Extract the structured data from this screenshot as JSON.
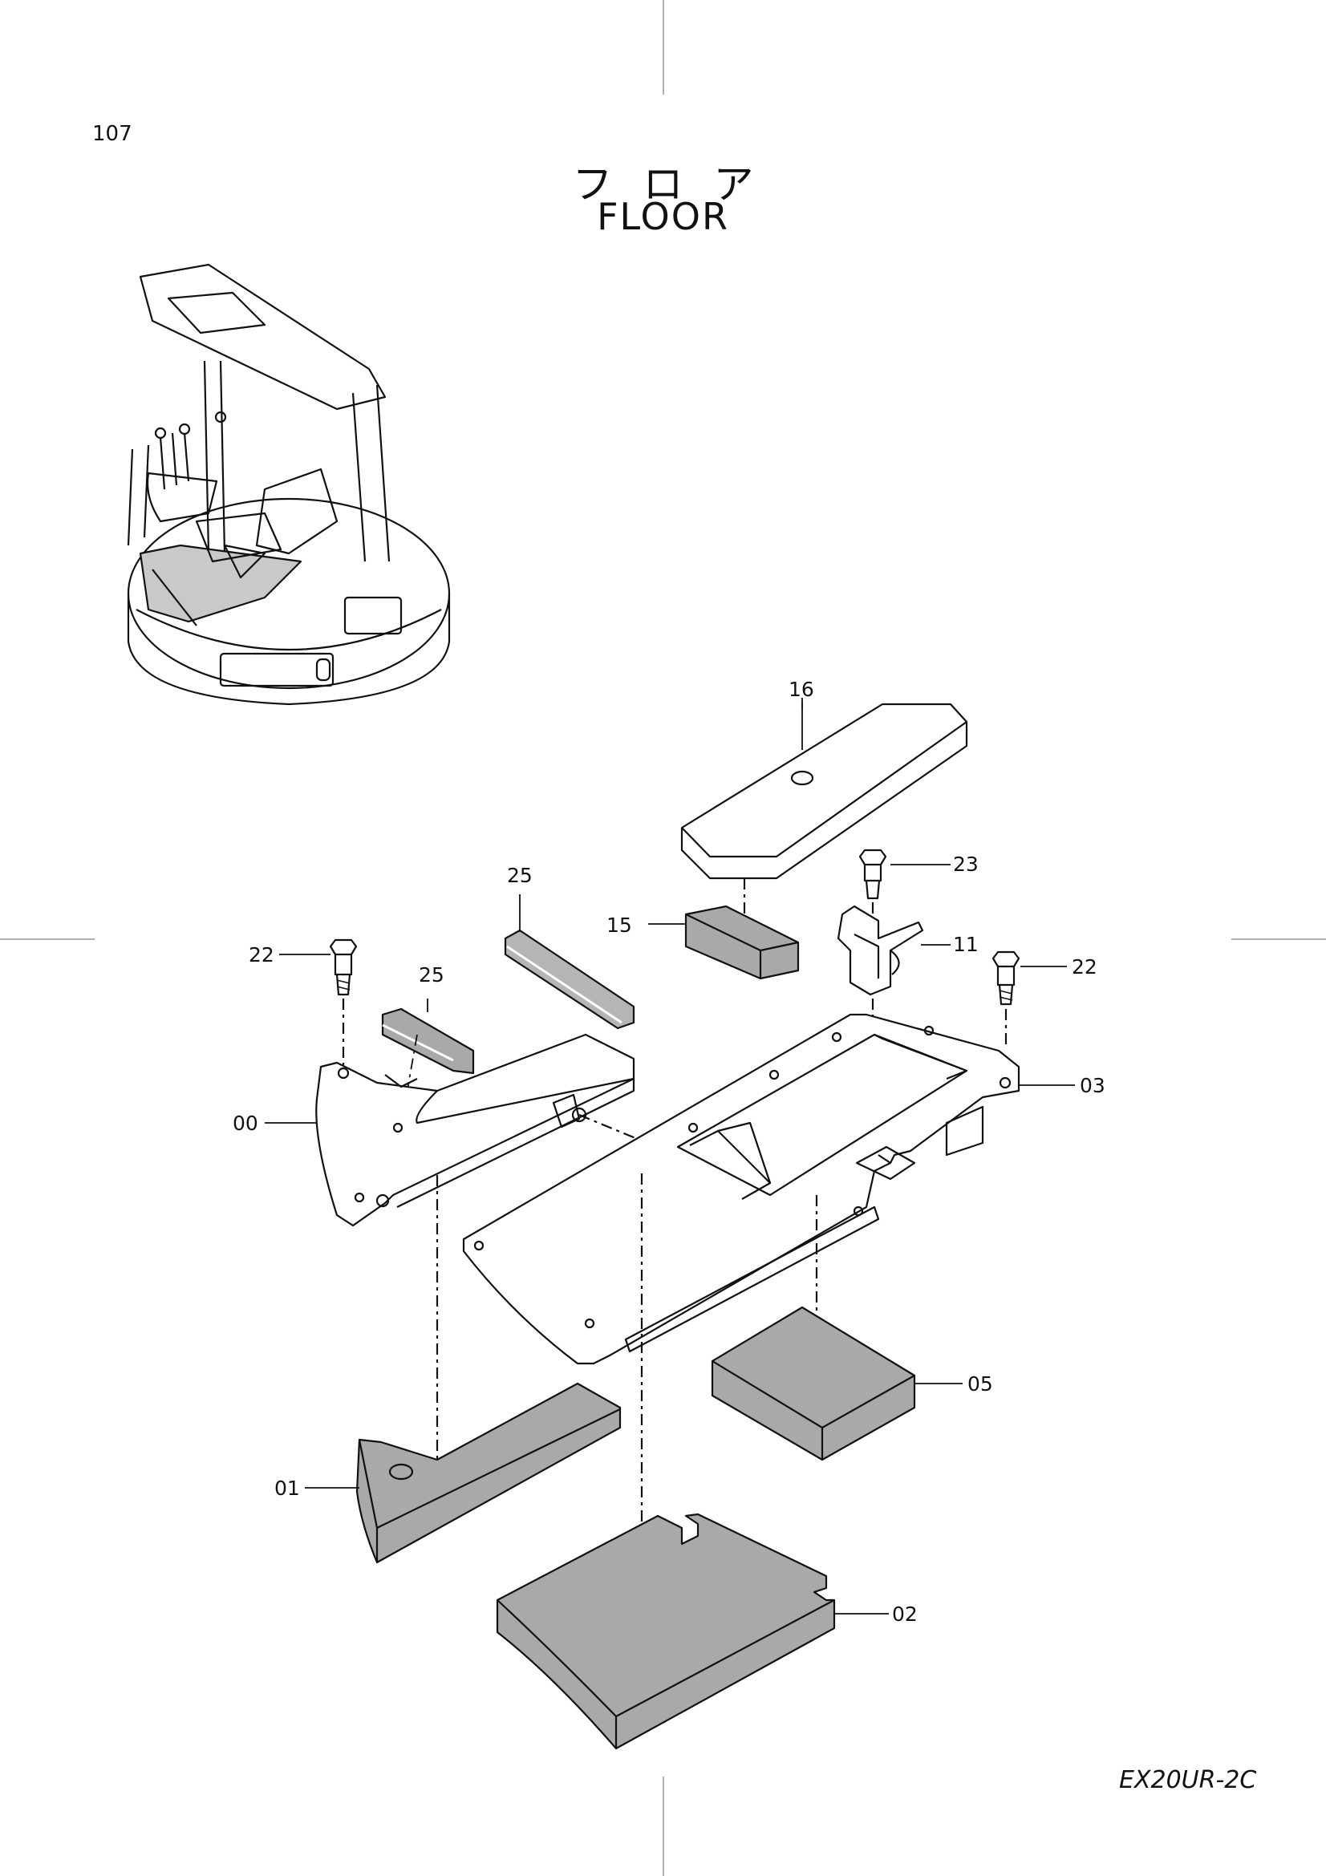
{
  "page": {
    "number": "107",
    "title_jp": "フロア",
    "title_en": "FLOOR",
    "model_code": "EX20UR-2C"
  },
  "callouts": {
    "c16": "16",
    "c25a": "25",
    "c15": "15",
    "c23": "23",
    "c11": "11",
    "c22a": "22",
    "c25b": "25",
    "c22b": "22",
    "c03": "03",
    "c00": "00",
    "c05": "05",
    "c01": "01",
    "c02": "02"
  },
  "colors": {
    "line": "#111111",
    "pad_fill": "#a9a9a9",
    "pad_side": "#8c8c8c",
    "crop_mark": "#b0b0b0"
  }
}
